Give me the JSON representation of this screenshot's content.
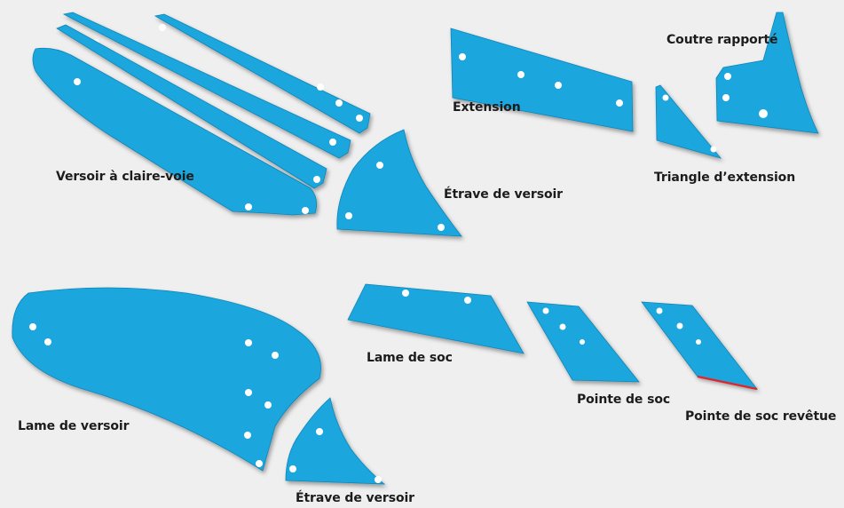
{
  "colors": {
    "background": "#efefef",
    "part_fill": "#1ba6de",
    "part_edge": "#0d86b8",
    "hole": "#ffffff",
    "coating": "#e0262b",
    "label": "#1c1c1c"
  },
  "labels": {
    "versoir_claire_voie": "Versoir à claire-voie",
    "etrave_versoir_top": "Étrave de versoir",
    "extension": "Extension",
    "coutre_rapporte": "Coutre rapporté",
    "triangle_extension": "Triangle d’extension",
    "lame_de_versoir": "Lame de versoir",
    "etrave_versoir_bottom": "Étrave de versoir",
    "lame_de_soc": "Lame de soc",
    "pointe_de_soc": "Pointe de soc",
    "pointe_de_soc_revetue": "Pointe de soc revêtue"
  }
}
